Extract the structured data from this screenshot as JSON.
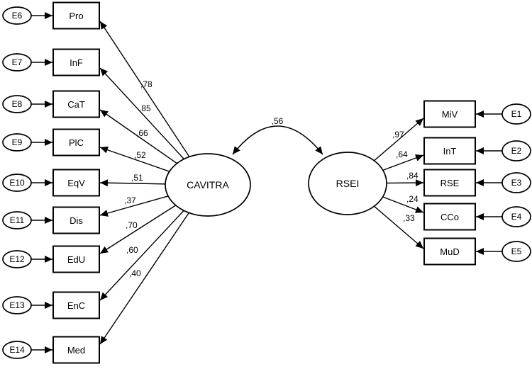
{
  "diagram": {
    "correlation": {
      "value": ",56"
    },
    "left_latent": {
      "label": "CAVITRA"
    },
    "right_latent": {
      "label": "RSEI"
    },
    "left_indicators": [
      {
        "label": "Pro",
        "error": "E6",
        "loading": ",78"
      },
      {
        "label": "InF",
        "error": "E7",
        "loading": ",85"
      },
      {
        "label": "CaT",
        "error": "E8",
        "loading": ",66"
      },
      {
        "label": "PlC",
        "error": "E9",
        "loading": ",52"
      },
      {
        "label": "EqV",
        "error": "E10",
        "loading": ",51"
      },
      {
        "label": "Dis",
        "error": "E11",
        "loading": ",37"
      },
      {
        "label": "EdU",
        "error": "E12",
        "loading": ",70"
      },
      {
        "label": "EnC",
        "error": "E13",
        "loading": ",60"
      },
      {
        "label": "Med",
        "error": "E14",
        "loading": ",40"
      }
    ],
    "right_indicators": [
      {
        "label": "MiV",
        "error": "E1",
        "loading": ",97"
      },
      {
        "label": "InT",
        "error": "E2",
        "loading": ",64"
      },
      {
        "label": "RSE",
        "error": "E3",
        "loading": ",84"
      },
      {
        "label": "CCo",
        "error": "E4",
        "loading": ",24"
      },
      {
        "label": "MuD",
        "error": "E5",
        "loading": ",33"
      }
    ],
    "colors": {
      "stroke": "#000000",
      "fill": "#ffffff",
      "text": "#000000"
    }
  }
}
